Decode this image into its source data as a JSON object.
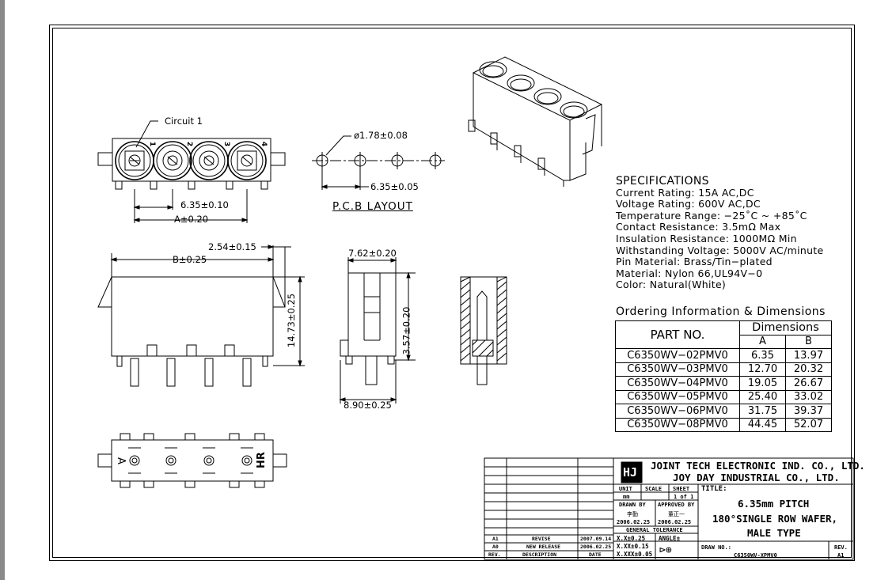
{
  "drawing": {
    "callouts": {
      "circuit": "Circuit 1",
      "pin_dia": "ø1.78±0.08",
      "pcb_pitch": "6.35±0.05",
      "pcb_layout": "P.C.B LAYOUT",
      "top_pitch": "6.35±0.10",
      "top_a": "A±0.20",
      "dim_254": "2.54±0.15",
      "dim_b": "B±0.25",
      "dim_height": "14.73±0.25",
      "dim_width": "7.62±0.20",
      "dim_pin": "3.57±0.20",
      "dim_base": "8.90±0.25",
      "pin_numbers": [
        "1",
        "2",
        "3",
        "4"
      ],
      "bottom_a": "A",
      "bottom_hr": "HR"
    }
  },
  "specifications": {
    "title": "SPECIFICATIONS",
    "lines": [
      "Current Rating: 15A AC,DC",
      "Voltage Rating: 600V AC,DC",
      "Temperature Range: −25˚C ~ +85˚C",
      "Contact Resistance: 3.5mΩ Max",
      "Insulation Resistance: 1000MΩ Min",
      "Withstanding Voltage: 5000V AC/minute",
      "Pin Material: Brass/Tin−plated",
      "Material: Nylon 66,UL94V−0",
      "Color: Natural(White)"
    ]
  },
  "ordering": {
    "title": "Ordering Information & Dimensions",
    "headers": {
      "part": "PART NO.",
      "dims": "Dimensions",
      "a": "A",
      "b": "B"
    },
    "rows": [
      [
        "C6350WV−02PMV0",
        "6.35",
        "13.97"
      ],
      [
        "C6350WV−03PMV0",
        "12.70",
        "20.32"
      ],
      [
        "C6350WV−04PMV0",
        "19.05",
        "26.67"
      ],
      [
        "C6350WV−05PMV0",
        "25.40",
        "33.02"
      ],
      [
        "C6350WV−06PMV0",
        "31.75",
        "39.37"
      ],
      [
        "C6350WV−08PMV0",
        "44.45",
        "52.07"
      ]
    ]
  },
  "title_block": {
    "company1": "JOINT TECH ELECTRONIC IND. CO., LTD.",
    "company2": "JOY DAY INDUSTRIAL CO., LTD.",
    "unit_label": "UNIT",
    "unit_value": "mm",
    "scale_label": "SCALE",
    "sheet_label": "SHEET",
    "sheet_value": "1 of 1",
    "drawn_by": "DRAWN BY",
    "drawn_name": "李勤",
    "drawn_date": "2006.02.25",
    "approved_by": "APPROVED BY",
    "approved_name": "董正一",
    "approved_date": "2006.02.25",
    "general_tolerance": "GENERAL TOLERANCE",
    "tol1": "X.X±0.25",
    "tol2": "X.XX±0.15",
    "tol3": "X.XXX±0.05",
    "angle": "ANGLE±",
    "title_label": "TITLE:",
    "title1": "6.35mm PITCH",
    "title2": "180°SINGLE ROW WAFER,",
    "title3": "MALE TYPE",
    "draw_no_label": "DRAW NO.:",
    "draw_no": "C6350WV-XPMV0",
    "rev_label": "REV.",
    "rev_value": "A1",
    "revisions": [
      [
        "A1",
        "REVISE",
        "2007.09.14"
      ],
      [
        "A0",
        "NEW RELEASE",
        "2006.02.25"
      ]
    ],
    "rev_col": "REV.",
    "desc_col": "DESCRIPTION",
    "date_col": "DATE"
  }
}
